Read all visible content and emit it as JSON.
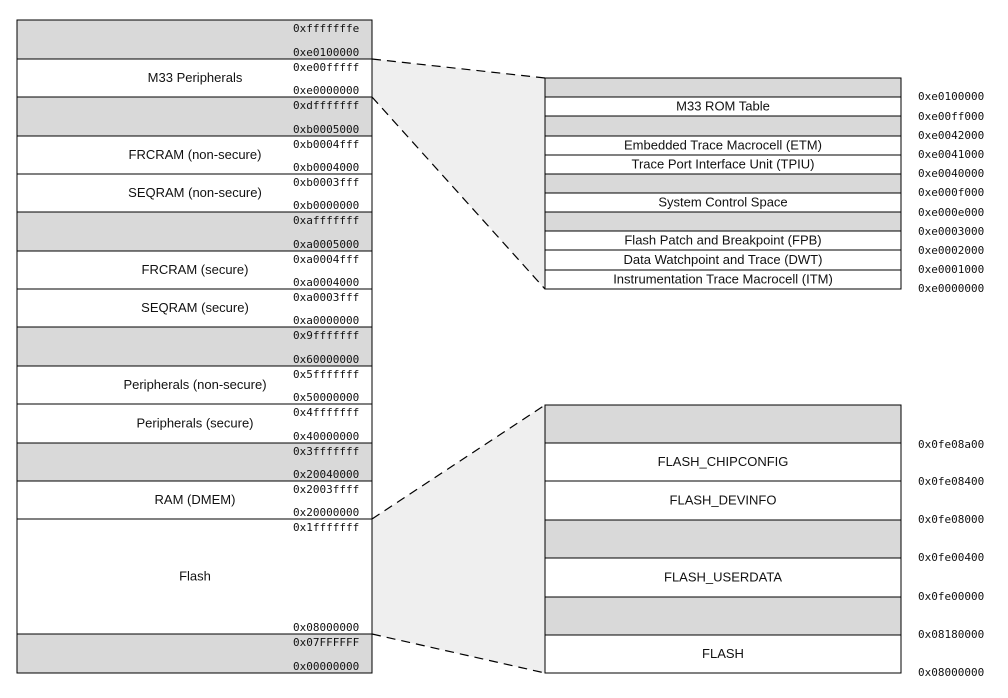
{
  "colors": {
    "reserved_fill": "#d9d9d9",
    "region_fill": "#ffffff",
    "border": "#000000",
    "funnel_fill": "#efefef"
  },
  "main_map": [
    {
      "label": "",
      "top": "0xfffffffe",
      "bottom": "0xe0100000",
      "reserved": true
    },
    {
      "label": "M33 Peripherals",
      "top": "0xe00fffff",
      "bottom": "0xe0000000",
      "reserved": false
    },
    {
      "label": "",
      "top": "0xdfffffff",
      "bottom": "0xb0005000",
      "reserved": true
    },
    {
      "label": "FRCRAM (non-secure)",
      "top": "0xb0004fff",
      "bottom": "0xb0004000",
      "reserved": false
    },
    {
      "label": "SEQRAM (non-secure)",
      "top": "0xb0003fff",
      "bottom": "0xb0000000",
      "reserved": false
    },
    {
      "label": "",
      "top": "0xafffffff",
      "bottom": "0xa0005000",
      "reserved": true
    },
    {
      "label": "FRCRAM (secure)",
      "top": "0xa0004fff",
      "bottom": "0xa0004000",
      "reserved": false
    },
    {
      "label": "SEQRAM (secure)",
      "top": "0xa0003fff",
      "bottom": "0xa0000000",
      "reserved": false
    },
    {
      "label": "",
      "top": "0x9fffffff",
      "bottom": "0x60000000",
      "reserved": true
    },
    {
      "label": "Peripherals (non-secure)",
      "top": "0x5fffffff",
      "bottom": "0x50000000",
      "reserved": false
    },
    {
      "label": "Peripherals (secure)",
      "top": "0x4fffffff",
      "bottom": "0x40000000",
      "reserved": false
    },
    {
      "label": "",
      "top": "0x3fffffff",
      "bottom": "0x20040000",
      "reserved": true
    },
    {
      "label": "RAM (DMEM)",
      "top": "0x2003ffff",
      "bottom": "0x20000000",
      "reserved": false
    },
    {
      "label": "Flash",
      "top": "0x1fffffff",
      "bottom": "0x08000000",
      "reserved": false
    },
    {
      "label": "",
      "top": "0x07FFFFFF",
      "bottom": "0x00000000",
      "reserved": true
    }
  ],
  "m33_detail": {
    "rows": [
      {
        "label": "",
        "reserved": true
      },
      {
        "label": "M33 ROM Table",
        "reserved": false
      },
      {
        "label": "",
        "reserved": true
      },
      {
        "label": "Embedded Trace Macrocell (ETM)",
        "reserved": false
      },
      {
        "label": "Trace Port Interface Unit (TPIU)",
        "reserved": false
      },
      {
        "label": "",
        "reserved": true
      },
      {
        "label": "System Control Space",
        "reserved": false
      },
      {
        "label": "",
        "reserved": true
      },
      {
        "label": "Flash Patch and Breakpoint (FPB)",
        "reserved": false
      },
      {
        "label": "Data Watchpoint and Trace (DWT)",
        "reserved": false
      },
      {
        "label": "Instrumentation Trace Macrocell (ITM)",
        "reserved": false
      }
    ],
    "addresses": [
      "0xe0100000",
      "0xe00ff000",
      "0xe0042000",
      "0xe0041000",
      "0xe0040000",
      "0xe000f000",
      "0xe000e000",
      "0xe0003000",
      "0xe0002000",
      "0xe0001000",
      "0xe0000000"
    ]
  },
  "flash_detail": {
    "rows": [
      {
        "label": "",
        "reserved": true
      },
      {
        "label": "FLASH_CHIPCONFIG",
        "reserved": false
      },
      {
        "label": "FLASH_DEVINFO",
        "reserved": false
      },
      {
        "label": "",
        "reserved": true
      },
      {
        "label": "FLASH_USERDATA",
        "reserved": false
      },
      {
        "label": "",
        "reserved": true
      },
      {
        "label": "FLASH",
        "reserved": false
      }
    ],
    "addresses": [
      "0x0fe08a00",
      "0x0fe08400",
      "0x0fe08000",
      "0x0fe00400",
      "0x0fe00000",
      "0x08180000",
      "0x08000000"
    ]
  }
}
